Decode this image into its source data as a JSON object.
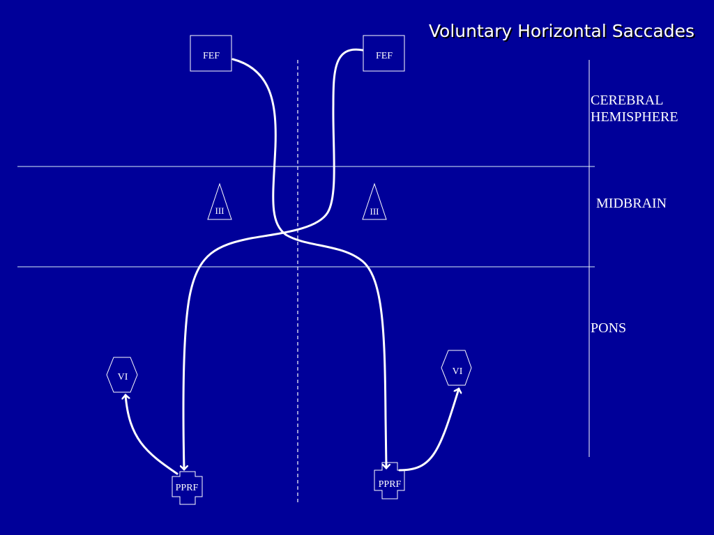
{
  "title": "Voluntary Horizontal Saccades",
  "regions": {
    "cerebral_line1": "CEREBRAL",
    "cerebral_line2": "HEMISPHERE",
    "midbrain": "MIDBRAIN",
    "pons": "PONS"
  },
  "nodes": {
    "fef_left": "FEF",
    "fef_right": "FEF",
    "iii_left": "III",
    "iii_right": "III",
    "vi_left": "VI",
    "vi_right": "VI",
    "pprf_left": "PPRF",
    "pprf_right": "PPRF"
  },
  "colors": {
    "background": "#000099",
    "foreground": "#ffffff",
    "divider": "#8f9fd8"
  }
}
